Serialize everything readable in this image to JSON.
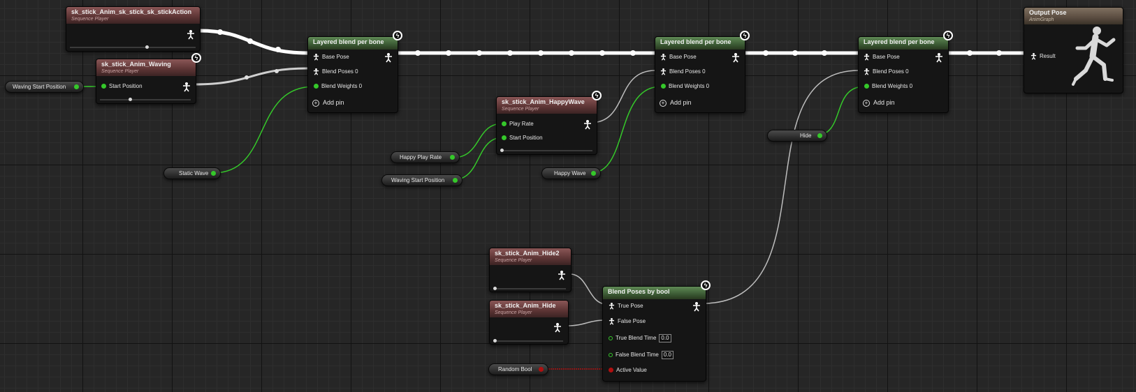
{
  "graph": {
    "nodes": {
      "seq_action": {
        "title": "sk_stick_Anim_sk_stick_sk_stickAction",
        "subtitle": "Sequence Player"
      },
      "seq_waving": {
        "title": "sk_stick_Anim_Waving",
        "subtitle": "Sequence Player",
        "pin_start": "Start Position"
      },
      "blend1": {
        "title": "Layered blend per bone",
        "pin_base": "Base Pose",
        "pin_poses": "Blend Poses 0",
        "pin_weights": "Blend Weights 0",
        "add_pin": "Add pin"
      },
      "blend2": {
        "title": "Layered blend per bone",
        "pin_base": "Base Pose",
        "pin_poses": "Blend Poses 0",
        "pin_weights": "Blend Weights 0",
        "add_pin": "Add pin"
      },
      "blend3": {
        "title": "Layered blend per bone",
        "pin_base": "Base Pose",
        "pin_poses": "Blend Poses 0",
        "pin_weights": "Blend Weights 0",
        "add_pin": "Add pin"
      },
      "seq_happy": {
        "title": "sk_stick_Anim_HappyWave",
        "subtitle": "Sequence Player",
        "pin_rate": "Play Rate",
        "pin_start": "Start Position"
      },
      "output": {
        "title": "Output Pose",
        "subtitle": "AnimGraph",
        "pin_result": "Result"
      },
      "seq_hide2": {
        "title": "sk_stick_Anim_Hide2",
        "subtitle": "Sequence Player"
      },
      "seq_hide": {
        "title": "sk_stick_Anim_Hide",
        "subtitle": "Sequence Player"
      },
      "blend_bool": {
        "title": "Blend Poses by bool",
        "pin_true": "True Pose",
        "pin_false": "False Pose",
        "pin_true_time": "True Blend Time",
        "true_time_value": "0.0",
        "pin_false_time": "False Blend Time",
        "false_time_value": "0.0",
        "pin_active": "Active Value"
      }
    },
    "variables": {
      "waving_start_1": "Waving Start Position",
      "static_wave": "Static Wave",
      "happy_rate": "Happy Play Rate",
      "waving_start_2": "Waving Start Position",
      "happy_wave": "Happy Wave",
      "hide": "Hide",
      "random_bool": "Random Bool"
    },
    "colors": {
      "pose_wire": "#ffffff",
      "float_wire": "#35c82a",
      "bool_wire": "#b01010",
      "seq_header": "#7a4848",
      "blend_header": "#4f7a45"
    }
  }
}
